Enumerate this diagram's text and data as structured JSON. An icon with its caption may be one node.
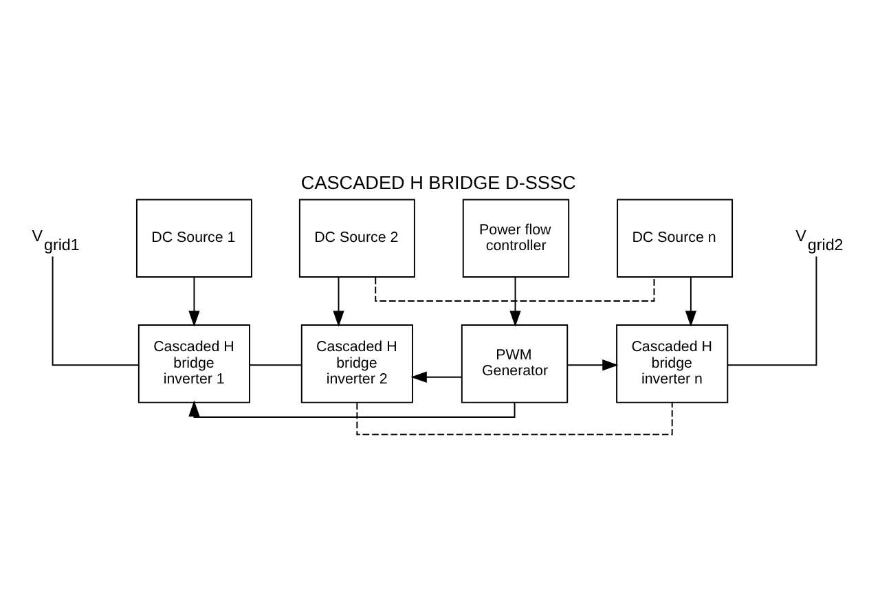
{
  "diagram": {
    "title": "CASCADED H BRIDGE D-SSSC",
    "nodes": [
      {
        "text": [
          "V$_{grid1}$"
        ]
      },
      {
        "text": [
          "Cascaded H bridge inverter 1"
        ]
      },
      {
        "text": [
          "Cascaded H bridge inverter 2"
        ]
      },
      {
        "text": [
          "Cascaded H bridge inverter n"
        ]
      },
      {
        "text": [
          "V$_{grid2}$"
        ]
      },
      {
        "text": [
          "DC Source 1"
        ]
      },
      {
        "text": [
          "DC Source 2"
        ]
      },
      {
        "text": [
          "DC Source n"
        ]
      },
      {
        "text": [
          "PWM Generator"
        ]
      },
      {
        "text": [
          "Power flow controller"
        ]
      }
    ],
    "edges": [
      {
        "from": 0,
        "to": 1,
        "arrow": "none"
      },
      {
        "from": 1,
        "to": 2,
        "arrow": "none"
      },
      {
        "from": 2,
        "to": 3,
        "arrow": "none",
        "style": "dashed"
      },
      {
        "from": 3,
        "to": 4,
        "arrow": "none"
      },
      {
        "from": 5,
        "to": 1,
        "arrow": "to"
      },
      {
        "from": 6,
        "to": 2,
        "arrow": "to"
      },
      {
        "from": 7,
        "to": 3,
        "arrow": "to"
      },
      {
        "from": 6,
        "to": 7,
        "arrow": "none",
        "style": "dashed"
      },
      {
        "from": 8,
        "to": 1,
        "arrow": "to"
      },
      {
        "from": 8,
        "to": 2,
        "arrow": "to"
      },
      {
        "from": 8,
        "to": 3,
        "arrow": "to"
      },
      {
        "from": 9,
        "to": 8,
        "arrow": "to"
      }
    ]
  }
}
